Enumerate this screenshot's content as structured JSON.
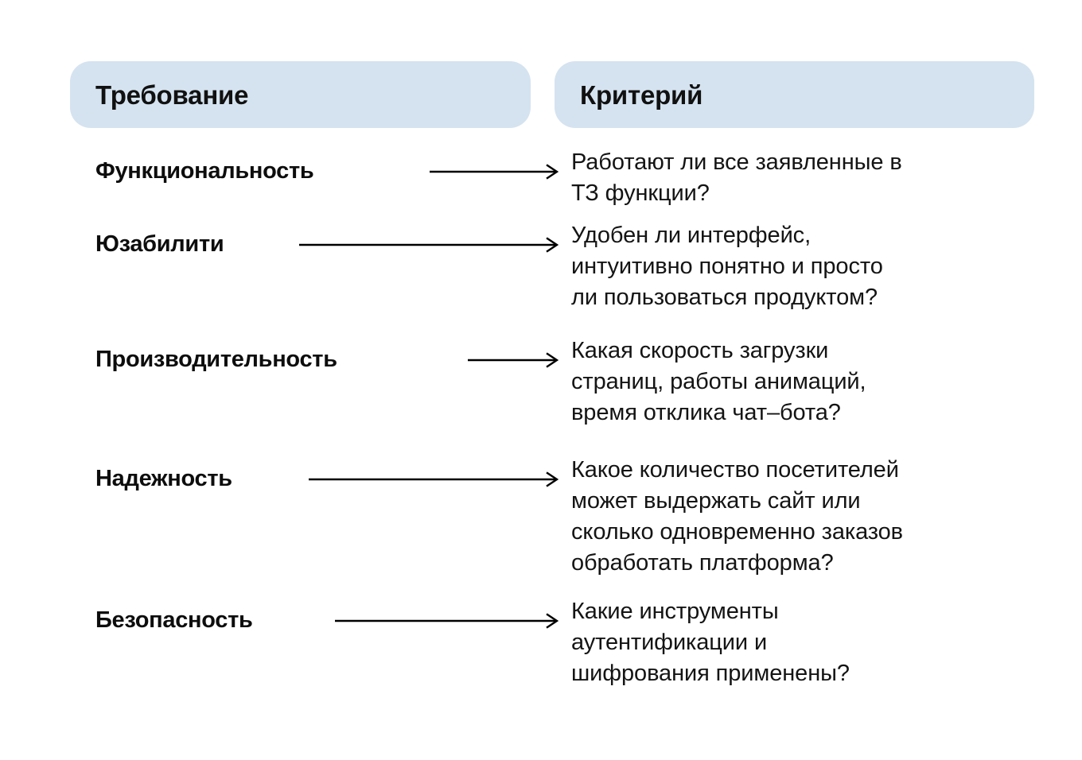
{
  "header": {
    "requirement_label": "Требование",
    "criterion_label": "Критерий"
  },
  "colors": {
    "pill_background": "#d5e3f0",
    "text": "#121212",
    "page_background": "#ffffff",
    "arrow": "#000000"
  },
  "rows": [
    {
      "requirement": "Функциональность",
      "criterion": "Работают ли все заявленные в\nТЗ функции?",
      "arrow": "arrow-right"
    },
    {
      "requirement": "Юзабилити",
      "criterion": "Удобен ли интерфейс,\nинтуитивно понятно и просто\nли пользоваться продуктом?",
      "arrow": "arrow-right"
    },
    {
      "requirement": "Производительность",
      "criterion": "Какая скорость загрузки\nстраниц, работы анимаций,\nвремя отклика чат–бота?",
      "arrow": "arrow-right"
    },
    {
      "requirement": "Надежность",
      "criterion": "Какое количество посетителей\nможет выдержать сайт или\nсколько одновременно заказов\nобработать платформа?",
      "arrow": "arrow-right"
    },
    {
      "requirement": "Безопасность",
      "criterion": "Какие инструменты\nаутентификации и\nшифрования применены?",
      "arrow": "arrow-right"
    }
  ]
}
